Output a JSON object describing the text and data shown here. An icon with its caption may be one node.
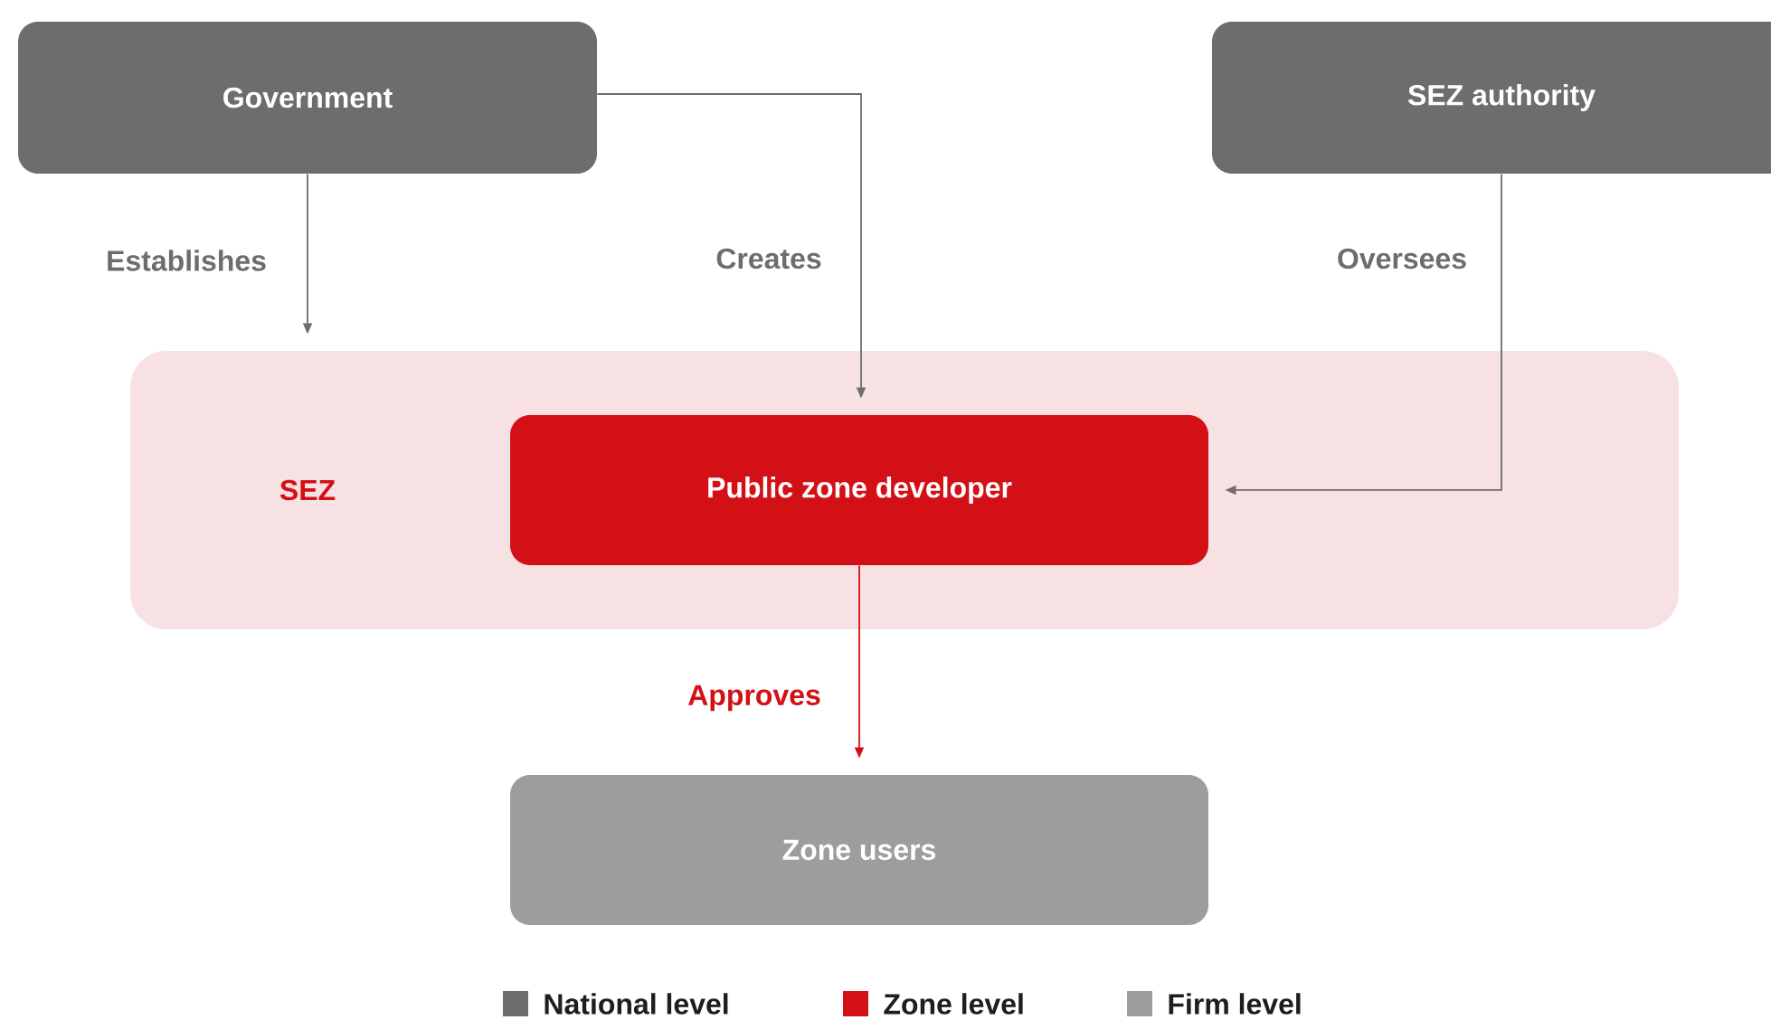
{
  "diagram": {
    "nodes": [
      {
        "text": [
          "Government"
        ]
      },
      {
        "text": [
          "SEZ authority"
        ]
      },
      {
        "text": [
          "SEZ"
        ]
      },
      {
        "text": [
          "Public zone developer"
        ],
        "in": 2
      },
      {
        "text": [
          "Zone users"
        ]
      }
    ],
    "edges": [
      {
        "from": 0,
        "to": 2,
        "arrow": "to",
        "label": "Establishes"
      },
      {
        "from": 0,
        "to": 3,
        "arrow": "to",
        "label": "Creates"
      },
      {
        "from": 1,
        "to": 3,
        "arrow": "to",
        "label": "Oversees"
      },
      {
        "from": 3,
        "to": 4,
        "arrow": "to",
        "label": "Approves",
        "color": "#d31016"
      }
    ],
    "legend": [
      {
        "text": "National level",
        "color": "#6d6d6d"
      },
      {
        "text": "Zone level",
        "color": "#d31016"
      },
      {
        "text": "Firm level",
        "color": "#9d9d9c"
      }
    ]
  }
}
